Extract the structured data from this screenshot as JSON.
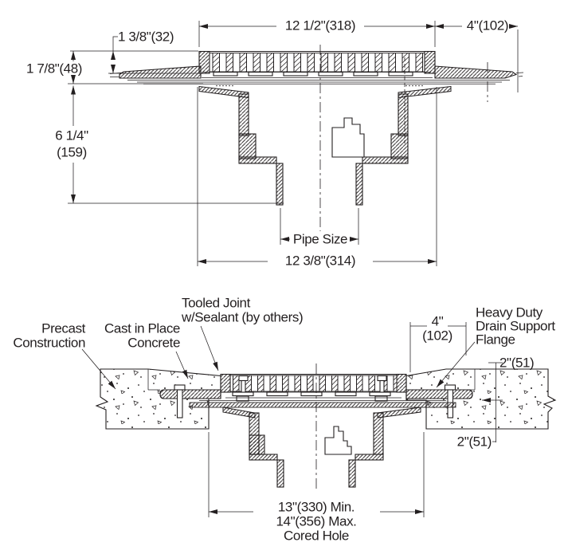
{
  "top_view": {
    "dim_grate_width": "12 1/2\"(318)",
    "dim_flange_extension": "4\"(102)",
    "dim_grate_thickness": "1 3/8\"(32)",
    "dim_rim_height": "1 7/8\"(48)",
    "dim_overall_depth_line1": "6 1/4\"",
    "dim_overall_depth_line2": "(159)",
    "label_pipe_size": "Pipe Size",
    "dim_body_width": "12 3/8\"(314)"
  },
  "section_view": {
    "label_precast_line1": "Precast",
    "label_precast_line2": "Construction",
    "label_cast_in_place_line1": "Cast in Place",
    "label_cast_in_place_line2": "Concrete",
    "label_tooled_joint_line1": "Tooled Joint",
    "label_tooled_joint_line2": "w/Sealant (by others)",
    "dim_flange_extension_line1": "4\"",
    "dim_flange_extension_line2": "(102)",
    "label_support_flange_line1": "Heavy Duty",
    "label_support_flange_line2": "Drain Support",
    "label_support_flange_line3": "Flange",
    "dim_slab_above_flange": "2\"(51)",
    "dim_slab_below_flange": "2\"(51)",
    "dim_cored_hole_line1": "13\"(330) Min.",
    "dim_cored_hole_line2": "14\"(356) Max.",
    "dim_cored_hole_line3": "Cored Hole"
  },
  "colors": {
    "line": "#231f20",
    "background": "#ffffff"
  }
}
